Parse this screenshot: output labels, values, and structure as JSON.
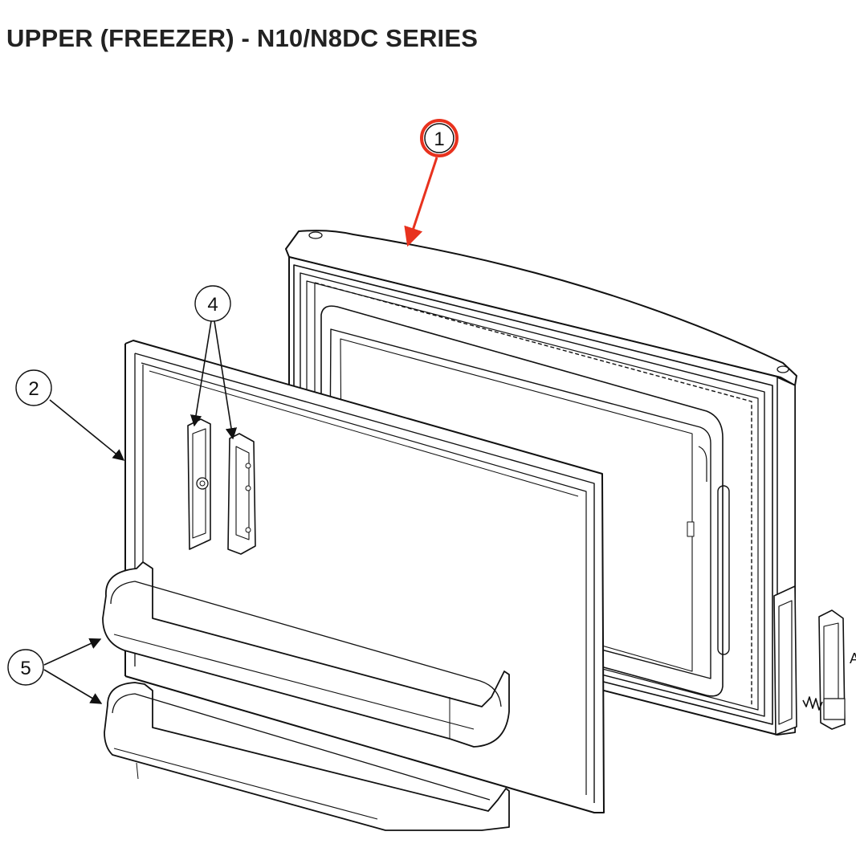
{
  "title": "UPPER (FREEZER) - N10/N8DC SERIES",
  "callouts": [
    {
      "id": "callout-1",
      "label": "1",
      "part": "door-assembly",
      "highlighted": true
    },
    {
      "id": "callout-2",
      "label": "2",
      "part": "door-liner-panel",
      "highlighted": false
    },
    {
      "id": "callout-4",
      "label": "4",
      "part": "hinge-hardware",
      "highlighted": false
    },
    {
      "id": "callout-5",
      "label": "5",
      "part": "door-shelves",
      "highlighted": false
    }
  ],
  "edge_label": "A",
  "colors": {
    "highlight": "#e8321e",
    "line": "#111111",
    "title": "#222222"
  }
}
